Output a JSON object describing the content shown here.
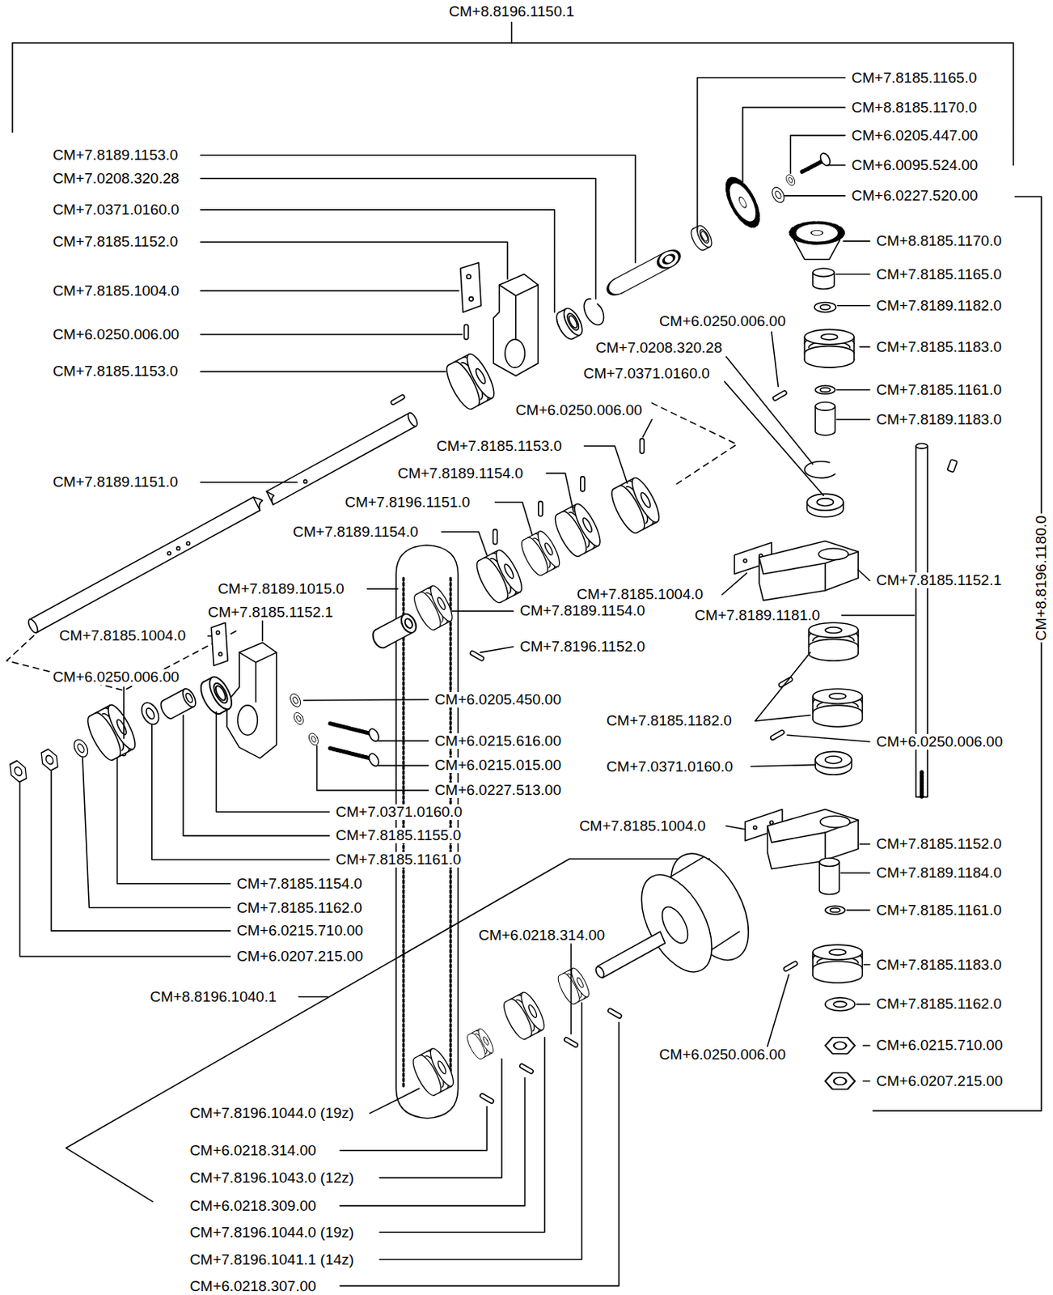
{
  "diagram": {
    "labels": [
      "CM+8.8196.1150.1",
      "CM+7.8185.1165.0",
      "CM+8.8185.1170.0",
      "CM+6.0205.447.00",
      "CM+6.0095.524.00",
      "CM+6.0227.520.00",
      "CM+8.8185.1170.0",
      "CM+7.8185.1165.0",
      "CM+7.8189.1182.0",
      "CM+7.8185.1183.0",
      "CM+7.8185.1161.0",
      "CM+7.8189.1183.0",
      "CM+7.8185.1152.1",
      "CM+8.8196.1180.0",
      "CM+6.0250.006.00",
      "CM+7.0208.320.28",
      "CM+7.0371.0160.0",
      "CM+6.0250.006.00",
      "CM+7.8185.1153.0",
      "CM+7.8189.1154.0",
      "CM+7.8196.1151.0",
      "CM+7.8189.1154.0",
      "CM+7.8185.1004.0",
      "CM+7.8189.1181.0",
      "CM+7.8185.1182.0",
      "CM+6.0250.006.00",
      "CM+7.0371.0160.0",
      "CM+7.8185.1004.0",
      "CM+7.8185.1152.0",
      "CM+7.8189.1184.0",
      "CM+7.8185.1161.0",
      "CM+7.8185.1183.0",
      "CM+7.8185.1162.0",
      "CM+6.0215.710.00",
      "CM+6.0207.215.00",
      "CM+6.0250.006.00",
      "CM+7.8189.1153.0",
      "CM+7.0208.320.28",
      "CM+7.0371.0160.0",
      "CM+7.8185.1152.0",
      "CM+7.8185.1004.0",
      "CM+6.0250.006.00",
      "CM+7.8185.1153.0",
      "CM+7.8189.1151.0",
      "CM+7.8189.1015.0",
      "CM+7.8185.1152.1",
      "CM+7.8189.1154.0",
      "CM+7.8196.1152.0",
      "CM+7.8185.1004.0",
      "CM+6.0250.006.00",
      "CM+6.0205.450.00",
      "CM+6.0215.616.00",
      "CM+6.0215.015.00",
      "CM+6.0227.513.00",
      "CM+7.0371.0160.0",
      "CM+7.8185.1155.0",
      "CM+7.8185.1161.0",
      "CM+7.8185.1154.0",
      "CM+7.8185.1162.0",
      "CM+6.0215.710.00",
      "CM+6.0207.215.00",
      "CM+6.0218.314.00",
      "CM+8.8196.1040.1",
      "CM+7.8196.1044.0 (19z)",
      "CM+6.0218.314.00",
      "CM+7.8196.1043.0 (12z)",
      "CM+6.0218.309.00",
      "CM+7.8196.1044.0 (19z)",
      "CM+7.8196.1041.1 (14z)",
      "CM+6.0218.307.00"
    ]
  }
}
